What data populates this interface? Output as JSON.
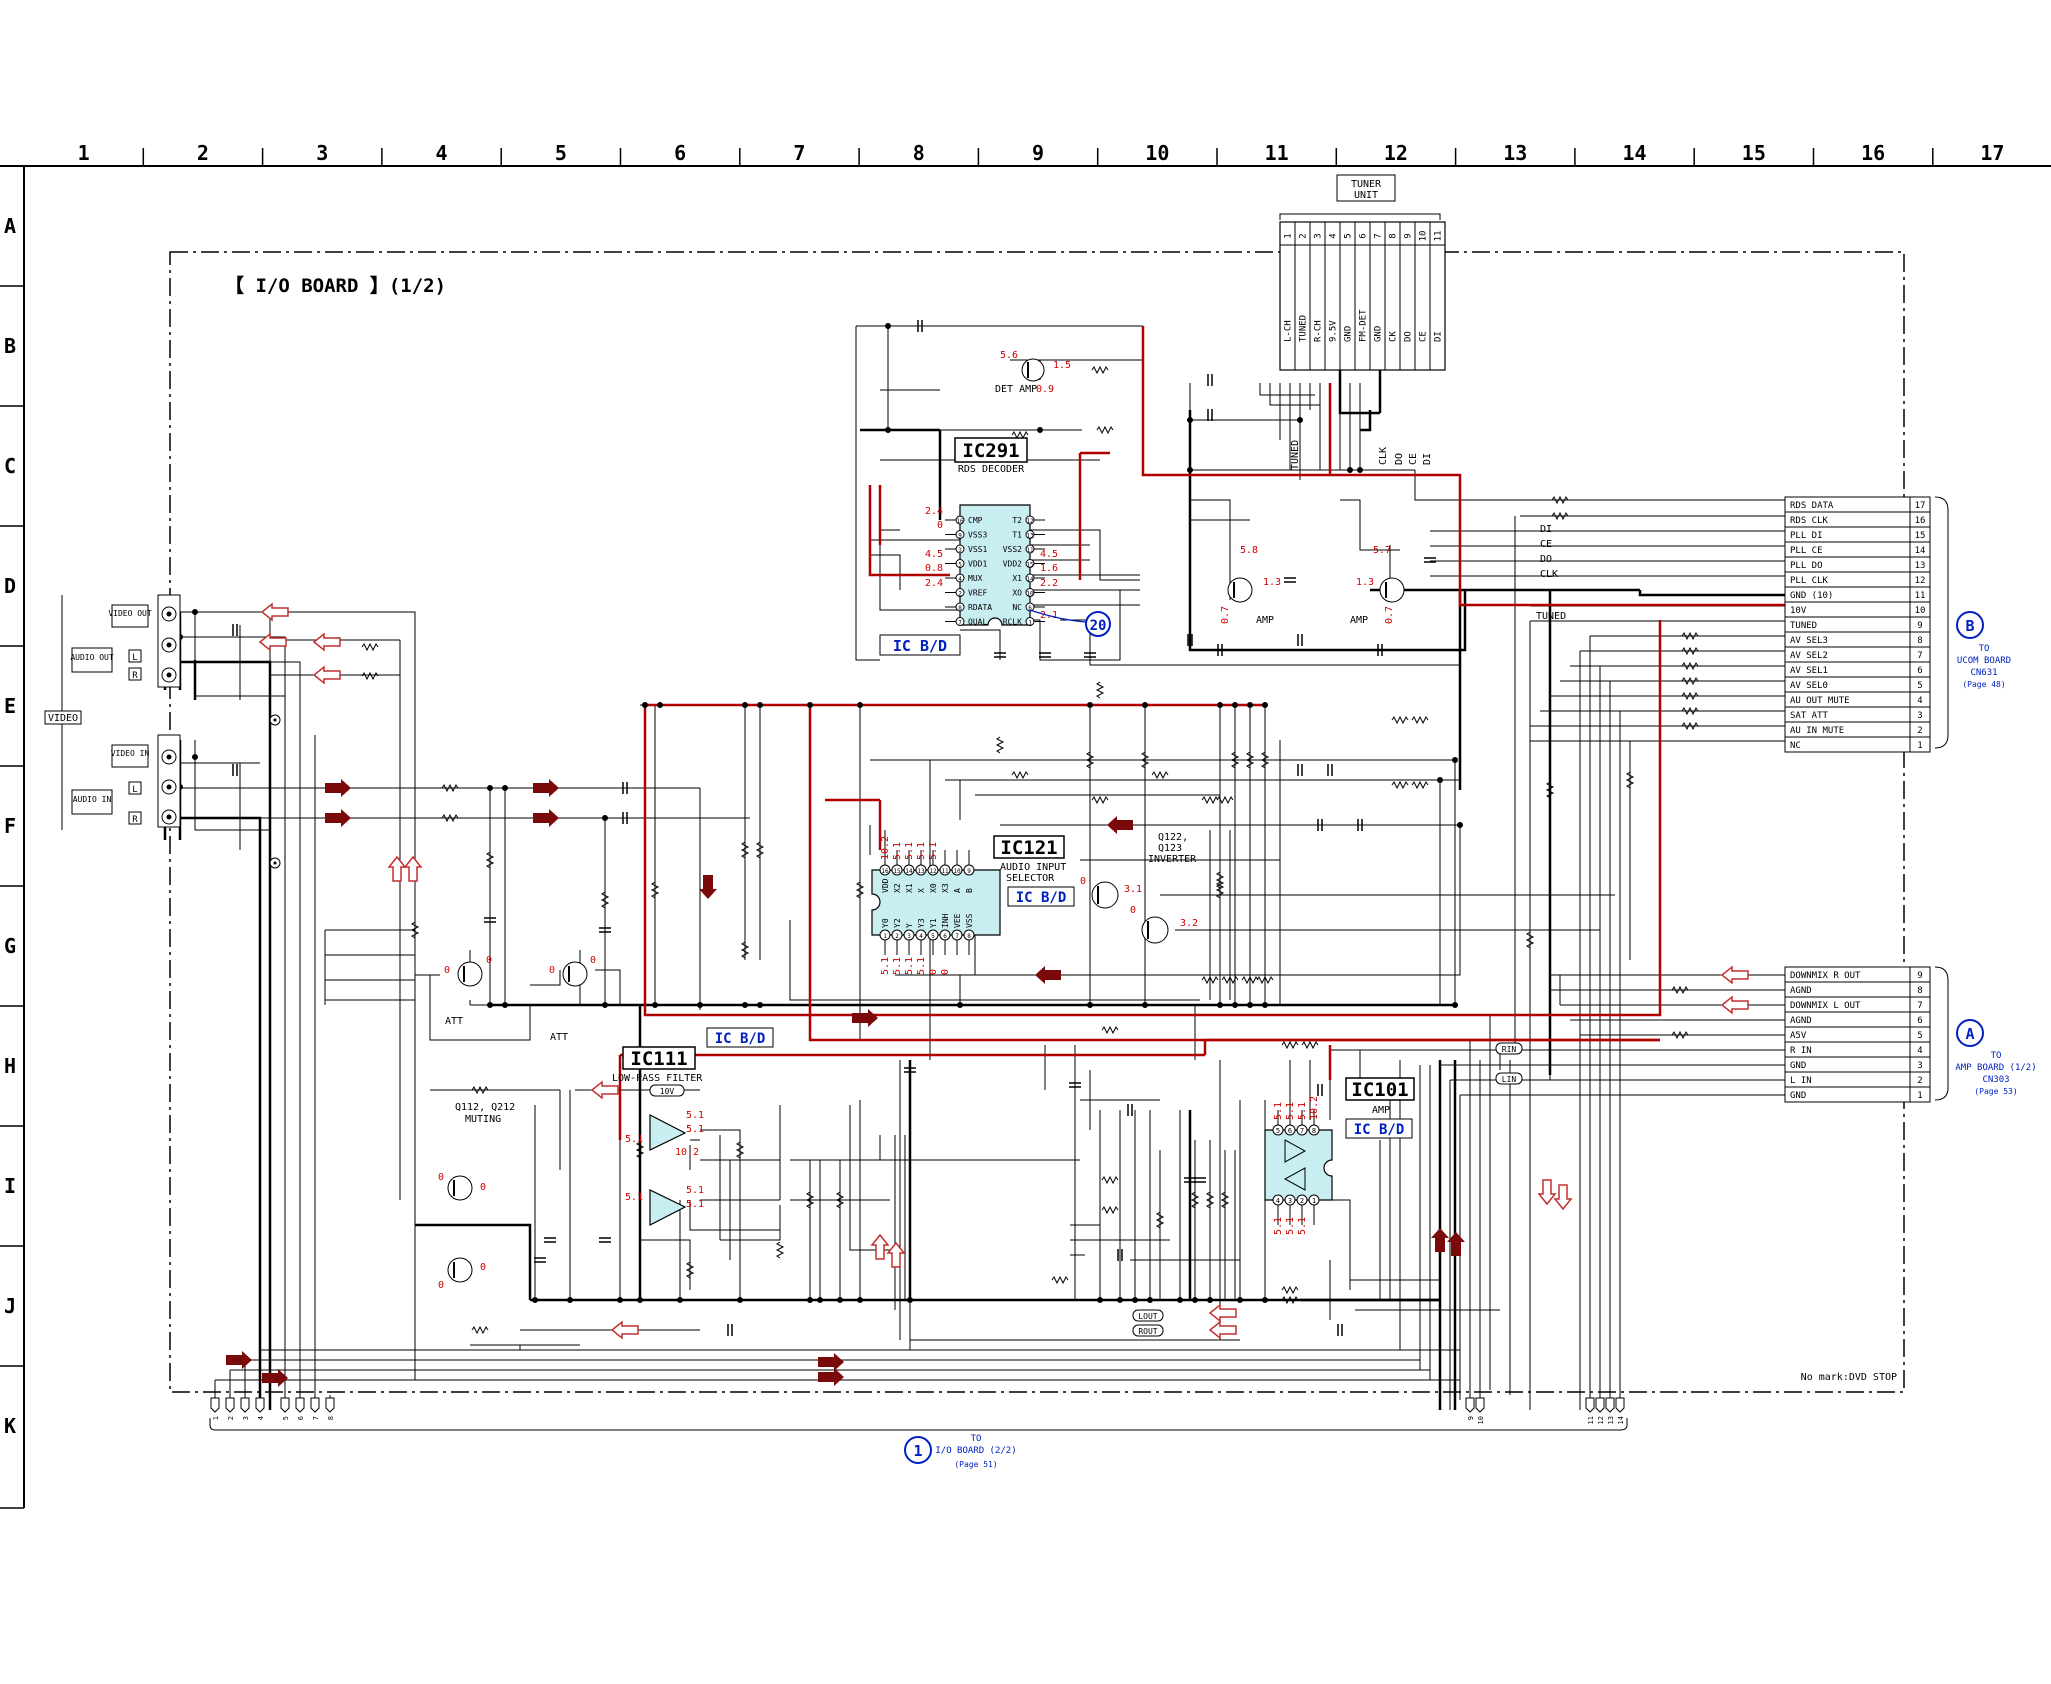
{
  "board_title": "【 I/O BOARD 】(1/2)",
  "columns": [
    "1",
    "2",
    "3",
    "4",
    "5",
    "6",
    "7",
    "8",
    "9",
    "10",
    "11",
    "12",
    "13",
    "14",
    "15",
    "16",
    "17"
  ],
  "rows": [
    "A",
    "B",
    "C",
    "D",
    "E",
    "F",
    "G",
    "H",
    "I",
    "J",
    "K"
  ],
  "tuner_unit": {
    "title_line1": "TUNER",
    "title_line2": "UNIT",
    "pin_numbers": [
      "1",
      "2",
      "3",
      "4",
      "5",
      "6",
      "7",
      "8",
      "9",
      "10",
      "11"
    ],
    "pin_names": [
      "L-CH",
      "TUNED",
      "R-CH",
      "9.5V",
      "GND",
      "FM-DET",
      "GND",
      "CK",
      "DO",
      "CE",
      "DI"
    ]
  },
  "ic291": {
    "name": "IC291",
    "desc": "RDS DECODER",
    "badge": "IC B/D",
    "left_pins": [
      "CMP",
      "VSS3",
      "VSS1",
      "VDD1",
      "MUX",
      "VREF",
      "RDATA",
      "QUAL"
    ],
    "right_pins": [
      "T2",
      "T1",
      "VSS2",
      "VDD2",
      "X1",
      "XO",
      "NC",
      "RCLK"
    ],
    "left_nums": [
      "16",
      "9",
      "3",
      "5",
      "4",
      "2",
      "8",
      "7"
    ],
    "right_nums": [
      "12",
      "13",
      "11",
      "15",
      "14",
      "10",
      "6",
      "1"
    ],
    "left_volts": [
      "2.4",
      "0",
      "4.5",
      "0.8",
      "2.4"
    ],
    "right_volts": [
      "4.5",
      "1.6",
      "2.2",
      "2.1"
    ]
  },
  "det_amp": {
    "label": "DET AMP",
    "v_b": "5.6",
    "v_c": "1.5",
    "v_e": "0.9"
  },
  "callout_20": "20",
  "ic121": {
    "name": "IC121",
    "desc1": "AUDIO INPUT",
    "desc2": "SELECTOR",
    "badge": "IC B/D",
    "top_nums": [
      "16",
      "15",
      "14",
      "13",
      "12",
      "11",
      "10",
      "9"
    ],
    "top_names": [
      "VDD",
      "X2",
      "X1",
      "X",
      "X0",
      "X3",
      "A",
      "B"
    ],
    "bottom_nums": [
      "1",
      "2",
      "3",
      "4",
      "5",
      "6",
      "7",
      "8"
    ],
    "bottom_names": [
      "Y0",
      "Y2",
      "Y",
      "Y3",
      "Y1",
      "INH",
      "VEE",
      "VSS"
    ],
    "top_volts": [
      "10.2",
      "5.1",
      "5.1",
      "5.1",
      "5.1"
    ],
    "bottom_volts": [
      "5.1",
      "5.1",
      "5.1",
      "5.1",
      "0",
      "0"
    ]
  },
  "ic111": {
    "name": "IC111",
    "desc": "LOW-PASS FILTER",
    "badge": "IC B/D",
    "supply": "10V",
    "volts": [
      "5.1",
      "5.1",
      "5.1",
      "10.2",
      "5.1",
      "5.1",
      "5.1"
    ]
  },
  "ic101": {
    "name": "IC101",
    "desc": "AMP",
    "badge": "IC B/D",
    "top_nums": [
      "5",
      "6",
      "7",
      "8"
    ],
    "bottom_nums": [
      "4",
      "3",
      "2",
      "1"
    ],
    "top_volts": [
      "5.1",
      "5.1",
      "5.1",
      "10.2"
    ],
    "bottom_volts": [
      "5.1",
      "5.1",
      "5.1"
    ]
  },
  "amps": {
    "label": "AMP",
    "left": {
      "v1": "5.8",
      "v2": "1.3",
      "v3": "0.7"
    },
    "right": {
      "v1": "5.7",
      "v2": "1.3",
      "v3": "0.7"
    }
  },
  "q122": {
    "line1": "Q122,",
    "line2": "Q123",
    "line3": "INVERTER",
    "v1": "3.1",
    "v2": "0",
    "v3": "3.2",
    "v4": "0"
  },
  "att": {
    "label": "ATT",
    "v": "0"
  },
  "q112": {
    "line1": "Q112, Q212",
    "line2": "MUTING",
    "v": "0"
  },
  "jacks": {
    "video_out": "VIDEO OUT",
    "audio_out": "AUDIO OUT",
    "video_in": "VIDEO IN",
    "audio_in": "AUDIO IN",
    "video": "VIDEO",
    "l": "L",
    "r": "R"
  },
  "connector_b": {
    "pins": [
      {
        "name": "RDS DATA",
        "num": "17"
      },
      {
        "name": "RDS CLK",
        "num": "16"
      },
      {
        "name": "PLL DI",
        "num": "15"
      },
      {
        "name": "PLL CE",
        "num": "14"
      },
      {
        "name": "PLL DO",
        "num": "13"
      },
      {
        "name": "PLL CLK",
        "num": "12"
      },
      {
        "name": "GND (10)",
        "num": "11"
      },
      {
        "name": "10V",
        "num": "10"
      },
      {
        "name": "TUNED",
        "num": "9"
      },
      {
        "name": "AV SEL3",
        "num": "8"
      },
      {
        "name": "AV SEL2",
        "num": "7"
      },
      {
        "name": "AV SEL1",
        "num": "6"
      },
      {
        "name": "AV SEL0",
        "num": "5"
      },
      {
        "name": "AU OUT MUTE",
        "num": "4"
      },
      {
        "name": "SAT ATT",
        "num": "3"
      },
      {
        "name": "AU IN MUTE",
        "num": "2"
      },
      {
        "name": "NC",
        "num": "1"
      }
    ],
    "letter": "B",
    "to1": "TO",
    "to2": "UCOM BOARD",
    "to3": "CN631",
    "page": "(Page 48)"
  },
  "connector_a": {
    "pins": [
      {
        "name": "DOWNMIX R OUT",
        "num": "9"
      },
      {
        "name": "AGND",
        "num": "8"
      },
      {
        "name": "DOWNMIX L OUT",
        "num": "7"
      },
      {
        "name": "AGND",
        "num": "6"
      },
      {
        "name": "A5V",
        "num": "5"
      },
      {
        "name": "R IN",
        "num": "4"
      },
      {
        "name": "GND",
        "num": "3"
      },
      {
        "name": "L IN",
        "num": "2"
      },
      {
        "name": "GND",
        "num": "1"
      }
    ],
    "letter": "A",
    "to1": "TO",
    "to2": "AMP BOARD (1/2)",
    "to3": "CN303",
    "page": "(Page 53)"
  },
  "bus_labels": {
    "rin": "RIN",
    "lin": "LIN",
    "lout": "LOUT",
    "rout": "ROUT"
  },
  "mid_labels": {
    "di": "DI",
    "ce": "CE",
    "do": "DO",
    "clk": "CLK",
    "tuned": "TUNED"
  },
  "tuner_vert_labels": [
    "TUNED",
    "CLK",
    "DO",
    "CE",
    "DI"
  ],
  "bottom_pins": [
    "1",
    "2",
    "3",
    "4",
    "5",
    "6",
    "7",
    "8",
    "9",
    "10",
    "11",
    "12",
    "13",
    "14"
  ],
  "bottom_ref": {
    "num": "1",
    "to1": "TO",
    "to2": "I/O BOARD (2/2)",
    "page": "(Page 51)"
  },
  "note": "No mark:DVD STOP",
  "colors": {
    "line": "#000000",
    "red": "#b00000",
    "arrow_dark": "#7a0a0a",
    "arrow_outline": "#c03030",
    "ic_fill": "#c8eef2",
    "blue": "#0020c0",
    "volt": "#d00000"
  }
}
